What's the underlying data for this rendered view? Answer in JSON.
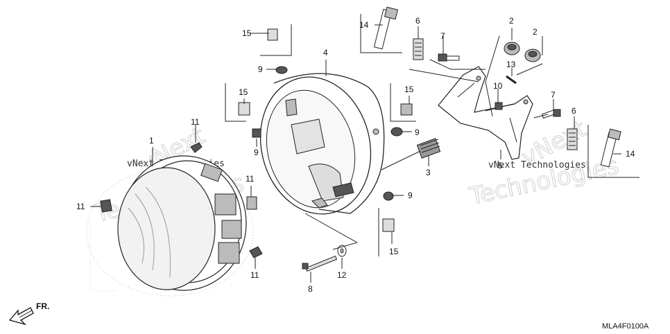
{
  "callouts": [
    "1",
    "2",
    "2",
    "3",
    "4",
    "5",
    "6",
    "6",
    "7",
    "7",
    "8",
    "9",
    "9",
    "9",
    "9",
    "10",
    "11",
    "11",
    "11",
    "11",
    "12",
    "13",
    "14",
    "14",
    "15",
    "15",
    "15",
    "15"
  ],
  "watermarks": {
    "vnext": "vNext",
    "technologies": "Technologies",
    "caption_left": "vNext Technologies",
    "caption_right": "vNext Technologies"
  },
  "direction": "FR.",
  "diagram_code": "MLA4F0100A"
}
